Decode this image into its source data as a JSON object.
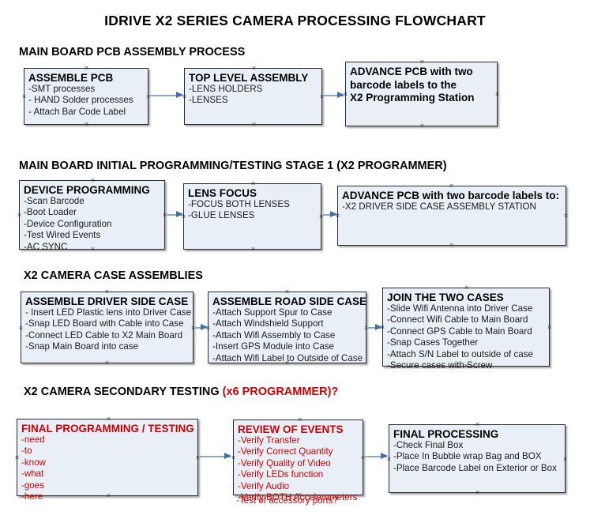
{
  "title": "IDRIVE X2  SERIES CAMERA PROCESSING FLOWCHART",
  "colors": {
    "box_fill": "#e9eff7",
    "box_border": "#2b2b2b",
    "accent_red": "#cc0000",
    "arrow": "#8ba8c4",
    "arrow_head": "#3f6fa8",
    "text": "#000000"
  },
  "sections": [
    {
      "heading": "MAIN BOARD PCB ASSEMBLY PROCESS",
      "heading_red": "",
      "boxes": [
        {
          "title": "ASSEMBLE PCB",
          "title_color": "black",
          "lines": [
            "-SMT processes",
            "- HAND Solder processes",
            "- Attach Bar Code Label"
          ]
        },
        {
          "title": "TOP LEVEL ASSEMBLY",
          "title_color": "black",
          "lines": [
            "-LENS HOLDERS",
            "-LENSES"
          ]
        },
        {
          "title_lines": [
            "ADVANCE PCB with two",
            "barcode labels to the",
            " X2 Programming Station"
          ],
          "title_color": "black",
          "lines": []
        }
      ]
    },
    {
      "heading": "MAIN BOARD INITIAL PROGRAMMING/TESTING STAGE 1 (X2 PROGRAMMER)",
      "heading_red": "",
      "boxes": [
        {
          "title": "DEVICE PROGRAMMING",
          "title_color": "black",
          "lines": [
            "-Scan Barcode",
            "-Boot Loader",
            "-Device Configuration",
            "-Test Wired Events",
            "-AC SYNC"
          ]
        },
        {
          "title": "LENS FOCUS",
          "title_color": "black",
          "lines": [
            "-FOCUS BOTH LENSES",
            "-GLUE LENSES"
          ]
        },
        {
          "title": "ADVANCE PCB with two barcode labels to:",
          "title_color": "black",
          "lines": [
            "-X2 DRIVER  SIDE  CASE  ASSEMBLY STATION"
          ]
        }
      ]
    },
    {
      "heading": "X2 CAMERA CASE ASSEMBLIES",
      "heading_red": "",
      "boxes": [
        {
          "title": "ASSEMBLE DRIVER SIDE CASE",
          "title_color": "black",
          "lines": [
            "- Insert LED Plastic lens into Driver Case",
            "-Snap LED Board with Cable into Case",
            "-Connect LED Cable to X2 Main Board",
            "-Snap Main Board into case"
          ]
        },
        {
          "title": "ASSEMBLE ROAD SIDE CASE",
          "title_color": "black",
          "lines": [
            "-Attach Support Spur to Case",
            "-Attach Windshield Support",
            "-Attach Wifi Assembly to Case",
            "-Insert GPS Module into Case",
            "-Attach Wifi Label to Outside of Case"
          ]
        },
        {
          "title": "JOIN THE TWO CASES",
          "title_color": "black",
          "lines": [
            "-Slide Wifi Antenna into Driver Case",
            "-Connect Wifi Cable to Main Board",
            "-Connect GPS Cable to Main Board",
            "-Snap Cases Together",
            "-Attach S/N Label to outside of case",
            "-Secure cases with Screw"
          ]
        }
      ]
    },
    {
      "heading": "X2 CAMERA SECONDARY TESTING ",
      "heading_red": "(x6 PROGRAMMER)?",
      "boxes": [
        {
          "title": "FINAL PROGRAMMING / TESTING",
          "title_color": "red",
          "lines": [
            "-need",
            "-to",
            "-know",
            "-what",
            "-goes",
            "-here"
          ]
        },
        {
          "title": "REVIEW OF EVENTS",
          "title_color": "red",
          "lines": [
            "-Verify Transfer",
            "-Verify Correct Quantity",
            "-Verify Quality of Video",
            "-Verify LEDs function",
            "-Verify Audio",
            "-Verify BOTH Accelerometers"
          ],
          "overflow_line": "-Test of accessory ports?"
        },
        {
          "title": "FINAL PROCESSING",
          "title_color": "black",
          "lines": [
            " -Check Final Box",
            "-Place In Bubble wrap Bag and BOX",
            "-Place Barcode Label on Exterior or Box"
          ]
        }
      ]
    }
  ]
}
